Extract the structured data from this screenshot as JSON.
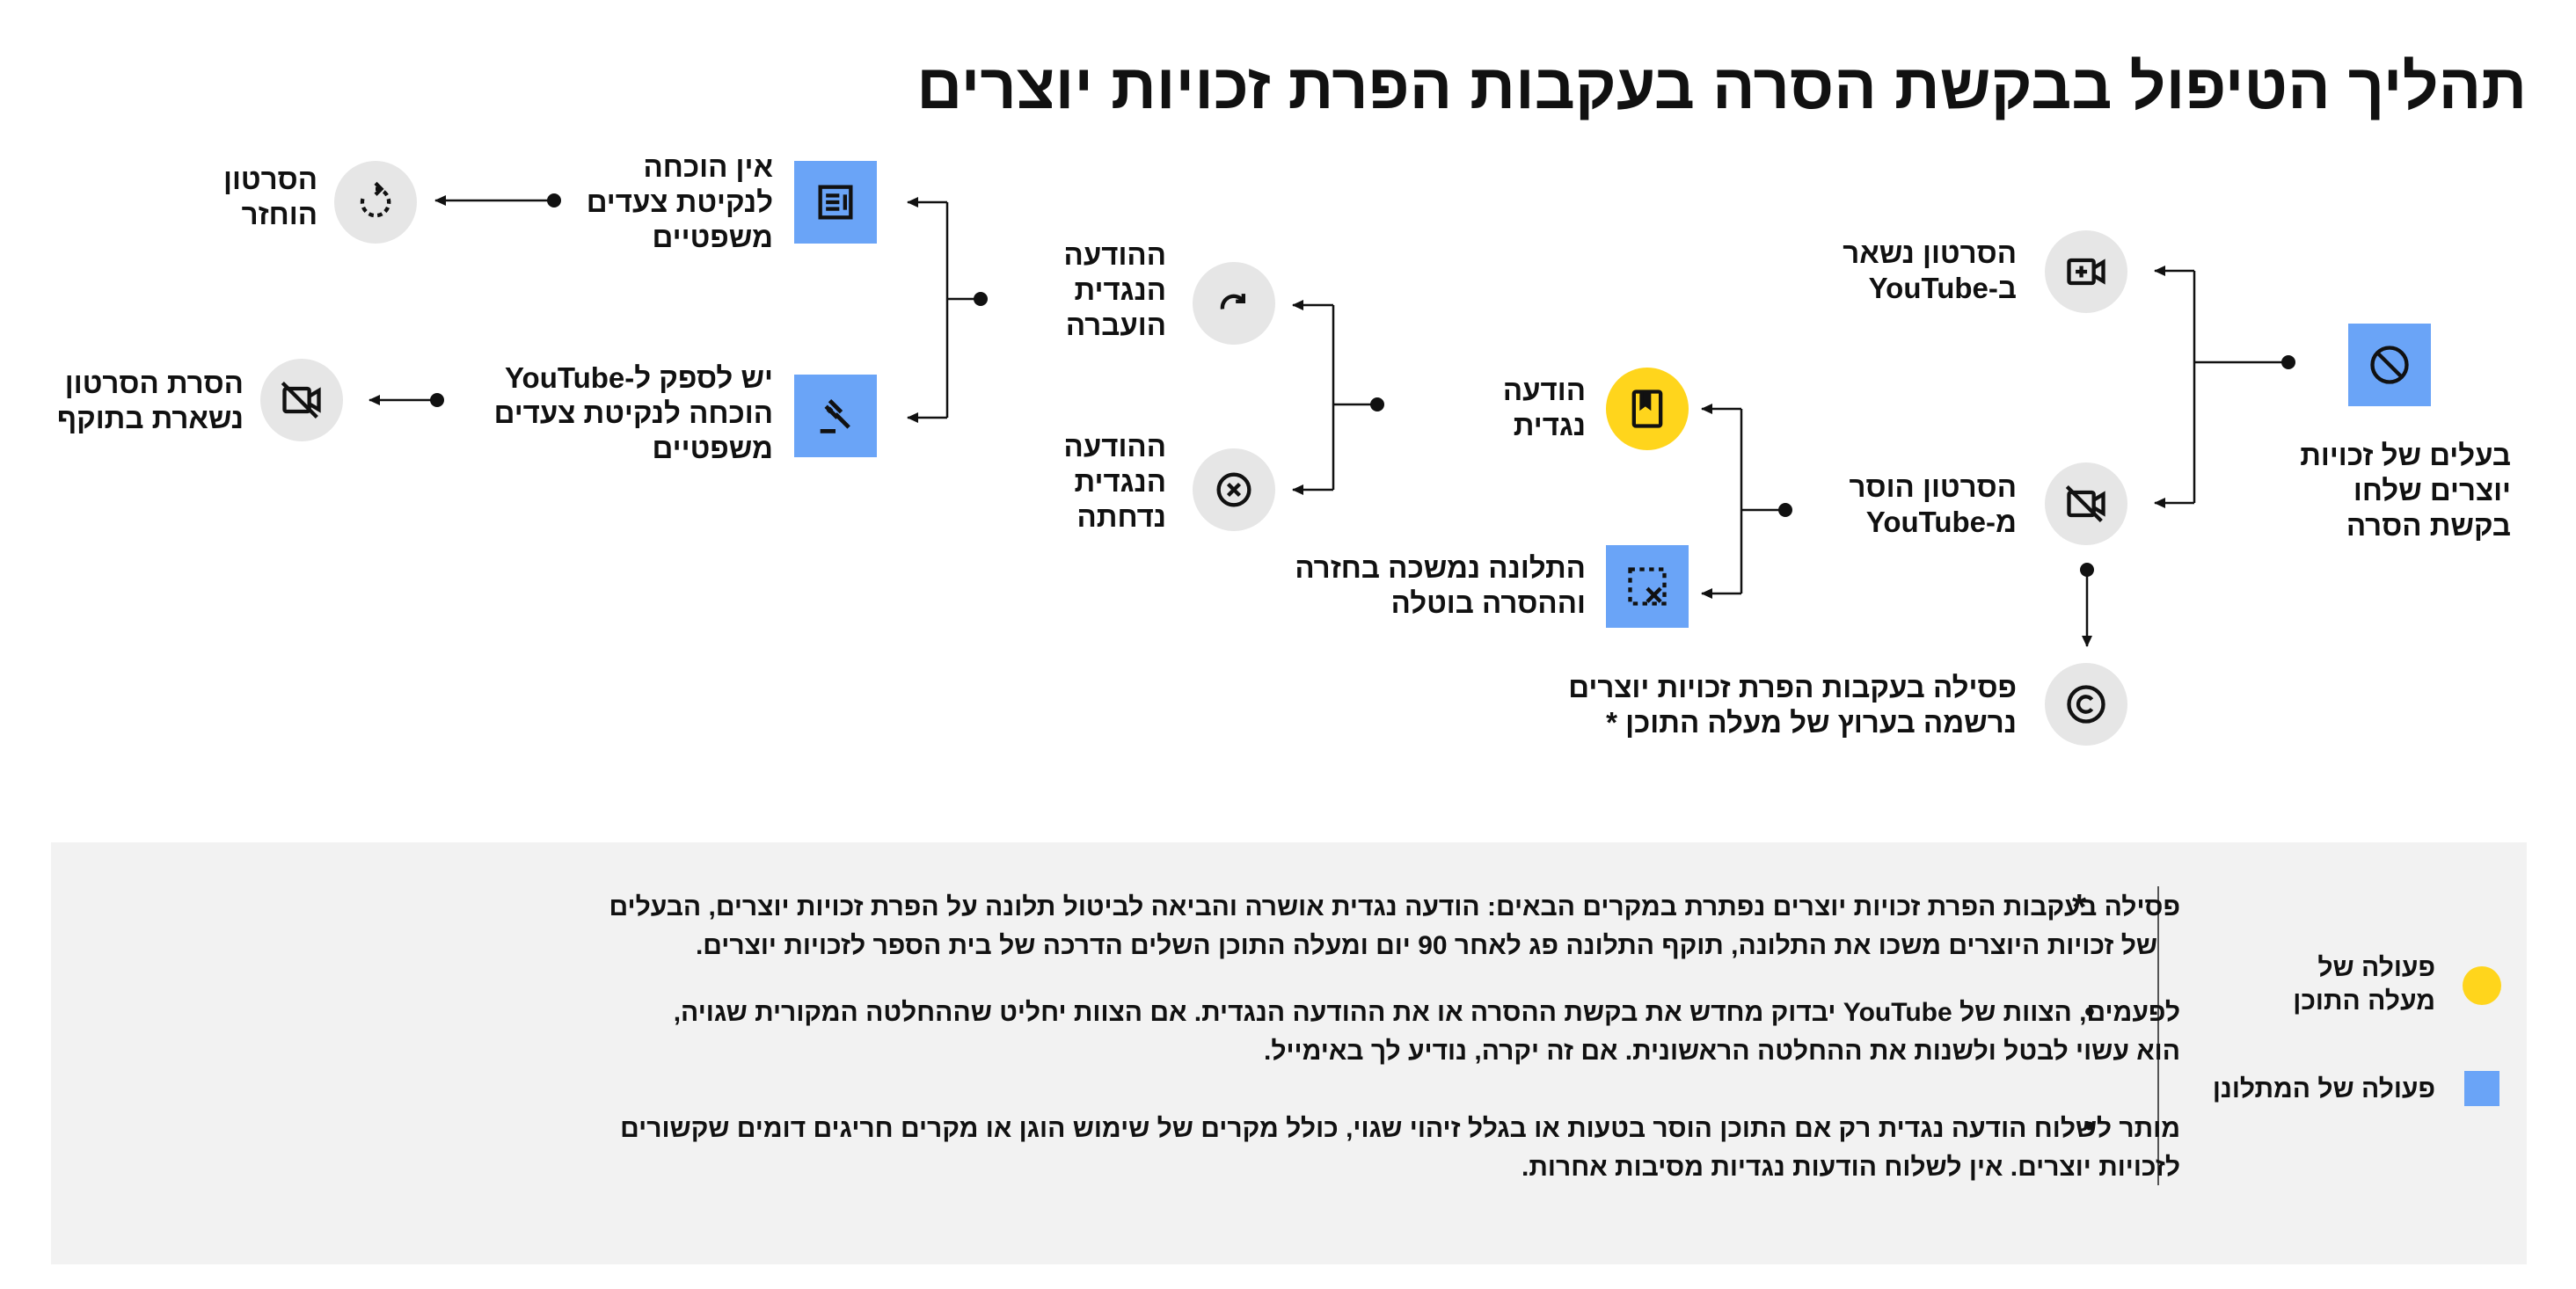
{
  "title": "תהליך הטיפול בבקשת הסרה בעקבות הפרת זכויות יוצרים",
  "nodes": {
    "owners": [
      "בעלים של זכויות",
      "יוצרים שלחו",
      "בקשת הסרה"
    ],
    "stays": [
      "הסרטון נשאר",
      "ב-YouTube"
    ],
    "removed": [
      "הסרטון הוסר",
      "מ-YouTube"
    ],
    "strike": [
      "פסילה בעקבות הפרת זכויות יוצרים",
      "נרשמה בערוץ של מעלה התוכן *"
    ],
    "counter": [
      "הודעה",
      "נגדית"
    ],
    "retracted": [
      "התלונה נמשכה בחזרה",
      "וההסרה בוטלה"
    ],
    "forwarded": [
      "ההודעה",
      "הנגדית",
      "הועברה"
    ],
    "rejected": [
      "ההודעה",
      "הנגדית",
      "נדחתה"
    ],
    "no_evidence": [
      "אין הוכחה",
      "לנקיטת צעדים",
      "משפטיים"
    ],
    "has_evidence": [
      "יש לספק ל-YouTube",
      "הוכחה לנקיטת צעדים",
      "משפטיים"
    ],
    "restored": [
      "הסרטון",
      "הוחזר"
    ],
    "removal_valid": [
      "הסרת הסרטון",
      "נשארת בתוקף"
    ]
  },
  "icons": {
    "owners": "block-icon",
    "stays": "video-add-icon",
    "removed": "video-off-icon",
    "strike": "copyright-icon",
    "counter": "bookmark-icon",
    "retracted": "selection-cancel-icon",
    "forwarded": "redo-arrow-icon",
    "rejected": "close-circle-icon",
    "no_evidence": "article-icon",
    "has_evidence": "gavel-icon",
    "restored": "restore-icon",
    "removal_valid": "video-off-icon"
  },
  "notes": {
    "star": "*",
    "bullet": "•",
    "n1": [
      "פסילה בעקבות הפרת זכויות יוצרים נפתרת במקרים הבאים: הודעה נגדית אושרה והביאה לביטול תלונה על הפרת זכויות יוצרים, הבעלים",
      "של זכויות היוצרים משכו את התלונה, תוקף התלונה פג לאחר 90 יום ומעלה התוכן השלים הדרכה של בית הספר לזכויות יוצרים."
    ],
    "n2": [
      "לפעמים, הצוות של YouTube יבדוק מחדש את בקשת ההסרה או את ההודעה הנגדית. אם הצוות יחליט שההחלטה המקורית שגויה,",
      "הוא עשוי לבטל ולשנות את ההחלטה הראשונית. אם זה יקרה, נודיע לך באימייל."
    ],
    "n3": [
      "מותר לשלוח הודעה נגדית רק אם התוכן הוסר בטעות או בגלל זיהוי שגוי, כולל מקרים של שימוש הוגן או מקרים חריגים דומים שקשורים",
      "לזכויות יוצרים. אין לשלוח הודעות נגדיות מסיבות אחרות."
    ]
  },
  "legend": {
    "uploader": [
      "פעולה של",
      "מעלה התוכן"
    ],
    "claimant": "פעולה של המתלונן"
  },
  "colors": {
    "blue": "#6aa4f7",
    "yellow": "#ffd51c",
    "grey_circle": "#e6e6e6",
    "panel": "#f2f2f2"
  }
}
